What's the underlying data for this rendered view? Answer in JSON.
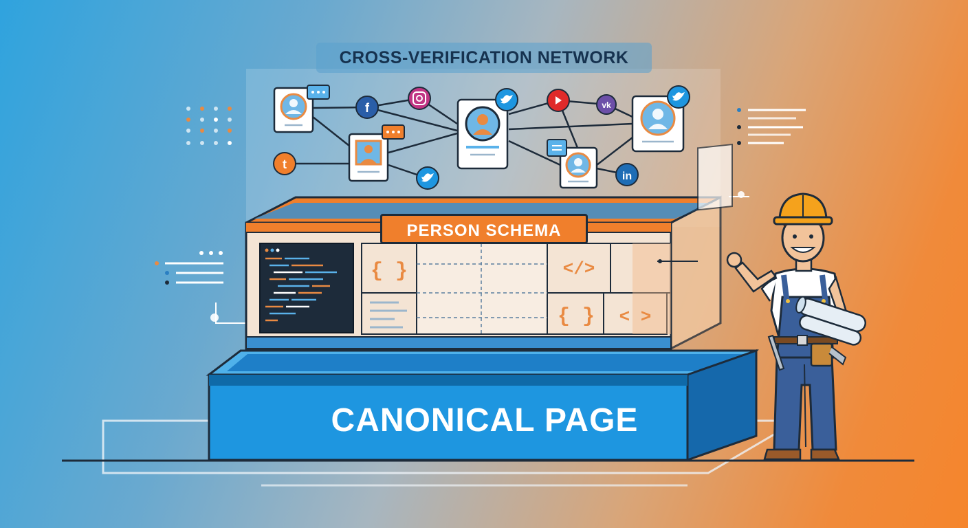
{
  "network": {
    "title": "CROSS-VERIFICATION NETWORK",
    "profiles": [
      "profile-card",
      "profile-card",
      "profile-card",
      "profile-card",
      "profile-card"
    ],
    "platforms": [
      "facebook",
      "instagram",
      "twitter",
      "youtube",
      "vk",
      "twitter",
      "tumblr",
      "twitter",
      "linkedin"
    ]
  },
  "schema": {
    "label": "PERSON SCHEMA",
    "code_glyphs": [
      "{ }",
      "</>",
      "{ }",
      "< >"
    ]
  },
  "base": {
    "label": "CANONICAL PAGE"
  },
  "colors": {
    "blue": "#1e96e0",
    "orange": "#f07f2c",
    "navy": "#1d2b3a"
  }
}
